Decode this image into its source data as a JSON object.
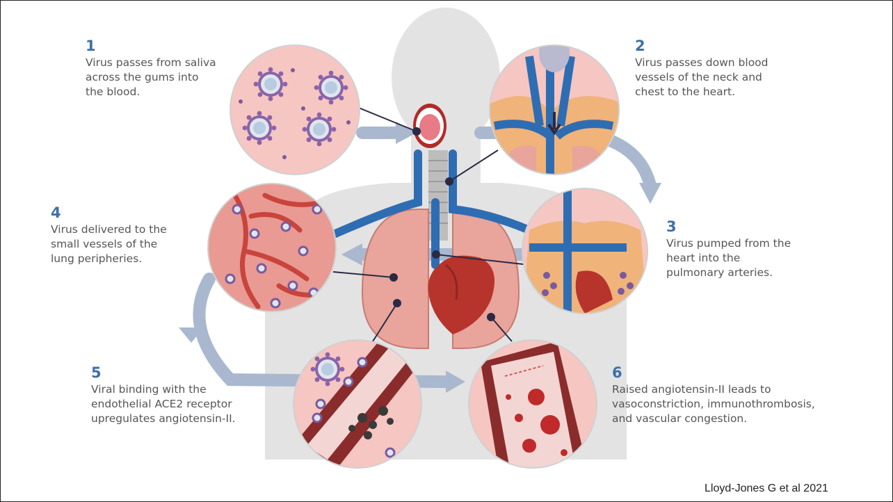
{
  "steps": [
    {
      "number": "1",
      "text": "Virus passes from saliva\nacross the gums into\nthe blood."
    },
    {
      "number": "2",
      "text": "Virus passes down blood\nvessels of the neck and\nchest to the heart."
    },
    {
      "number": "3",
      "text": "Virus pumped from the\nheart into the\npulmonary arteries."
    },
    {
      "number": "4",
      "text": "Virus delivered to the\nsmall vessels of the\nlung peripheries."
    },
    {
      "number": "5",
      "text": "Viral binding with the\nendothelial ACE2 receptor\nupregulates angiotensin-II."
    },
    {
      "number": "6",
      "text": "Raised angiotensin-II leads to\nvasoconstriction, immunothrombosis,\nand vascular congestion."
    }
  ],
  "citation": "Lloyd-Jones G et al 2021",
  "colors": {
    "body_silhouette": "#e3e3e3",
    "vessel": "#2f6db3",
    "lung": "#e9a49c",
    "heart": "#b7342c",
    "circle_fill": "#f6c6c2",
    "arrow": "#a9b8cf",
    "step_number": "#3f6fa8",
    "virus": "#8a63a8"
  },
  "icons": [
    "virus-particle-icon",
    "flow-arrow-icon",
    "heart-illustration",
    "lungs-illustration",
    "mouth-illustration"
  ]
}
